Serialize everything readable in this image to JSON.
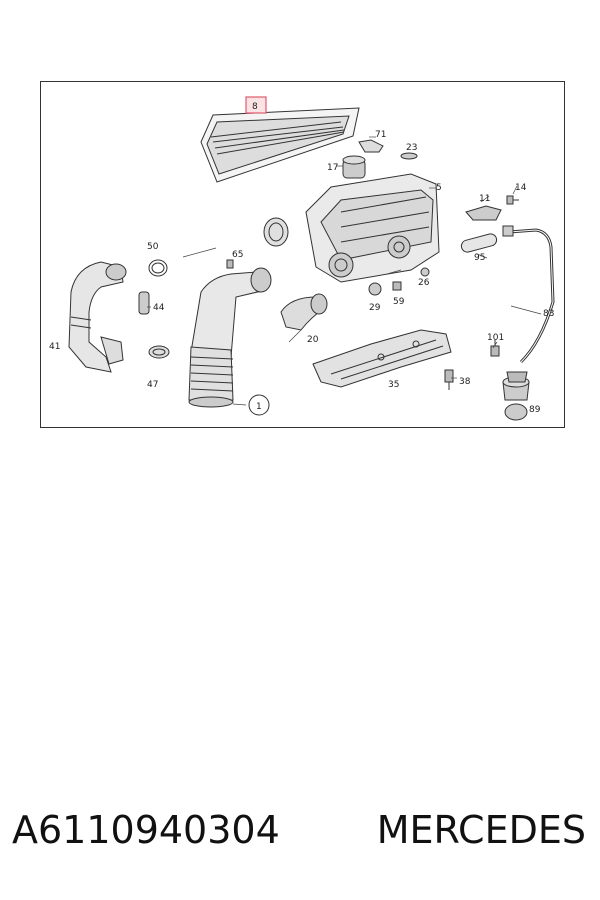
{
  "diagram": {
    "callouts": [
      "8",
      "71",
      "23",
      "17",
      "5",
      "11",
      "14",
      "50",
      "65",
      "95",
      "44",
      "26",
      "59",
      "29",
      "41",
      "20",
      "83",
      "101",
      "47",
      "35",
      "38",
      "1",
      "89"
    ],
    "highlight_color": "#e05a6a"
  },
  "footer": {
    "part_number": "A6110940304",
    "brand": "MERCEDES"
  }
}
